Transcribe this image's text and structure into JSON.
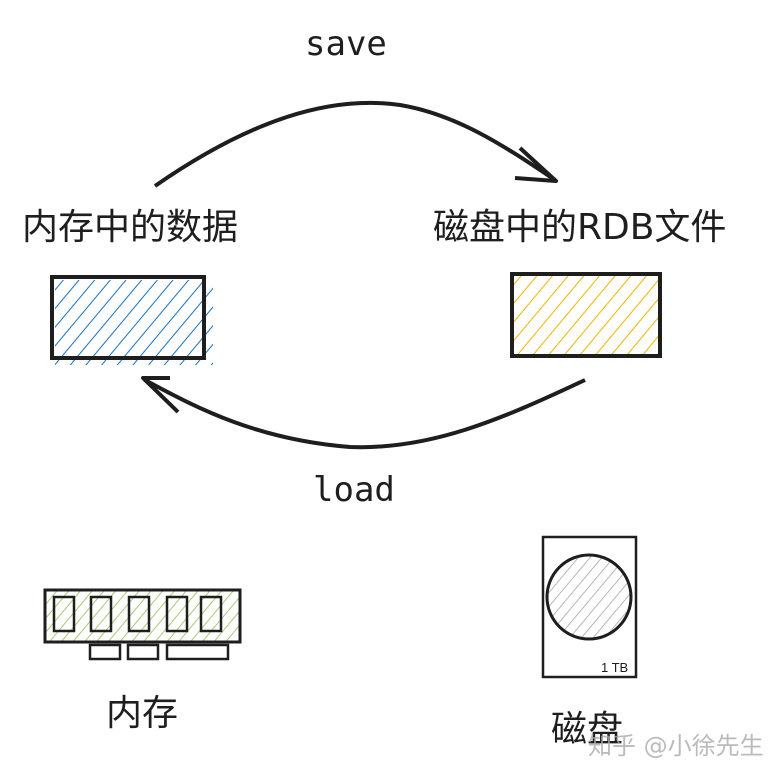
{
  "labels": {
    "save": "save",
    "load": "load",
    "memory_data": "内存中的数据",
    "disk_rdb": "磁盘中的RDB文件",
    "memory": "内存",
    "disk": "磁盘",
    "disk_capacity": "1 TB"
  },
  "watermark": "知乎 @小徐先生",
  "colors": {
    "memory_box": "#1971c2",
    "rdb_box": "#f0b400",
    "ram_stick": "#8cc152",
    "disk_platter": "#9a9a9a",
    "stroke": "#1e1e1e"
  }
}
